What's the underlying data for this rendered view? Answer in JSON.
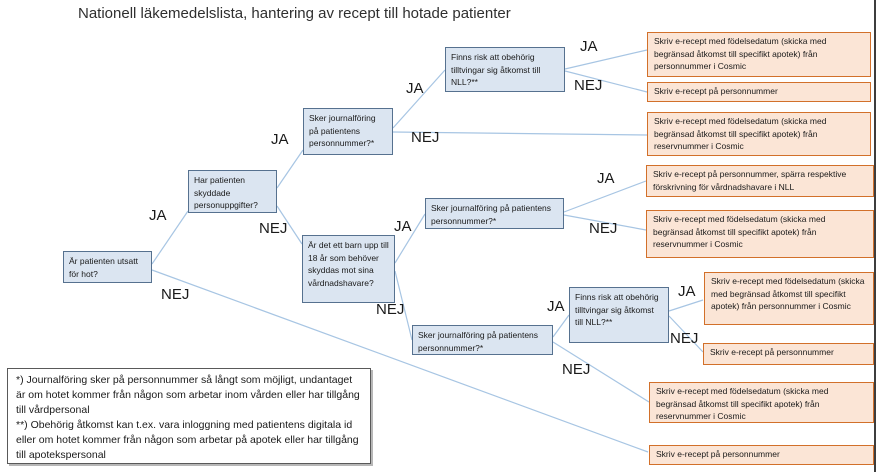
{
  "title": "Nationell läkemedelslista, hantering av recept till hotade patienter",
  "colors": {
    "decision-fill": "#dbe5f1",
    "decision-border": "#56718f",
    "result-fill": "#fbe5d6",
    "result-border": "#d2702a",
    "connector": "#a7c5e3"
  },
  "decisions": [
    {
      "id": "d1",
      "text": "Är patienten utsatt för hot?"
    },
    {
      "id": "d2",
      "text": "Har patienten skyddade personuppgifter?"
    },
    {
      "id": "d3",
      "text": "Sker journalföring på patientens personnummer?*"
    },
    {
      "id": "d4",
      "text": "Är det ett barn upp till 18 år som behöver skyddas mot sina vårdnadshavare?"
    },
    {
      "id": "d5",
      "text": "Finns risk att obehörig tilltvingar sig åtkomst till NLL?**"
    },
    {
      "id": "d6",
      "text": "Sker journalföring på patientens personnummer?*"
    },
    {
      "id": "d7",
      "text": "Sker journalföring på patientens personnummer?*"
    },
    {
      "id": "d8",
      "text": "Finns risk att obehörig tilltvingar sig åtkomst till NLL?**"
    }
  ],
  "results": [
    {
      "id": "r1",
      "text": "Skriv e-recept med födelsedatum (skicka med begränsad åtkomst till specifikt apotek) från personnummer i Cosmic"
    },
    {
      "id": "r2",
      "text": "Skriv e-recept på personnummer"
    },
    {
      "id": "r3",
      "text": "Skriv e-recept med födelsedatum (skicka med begränsad åtkomst till specifikt apotek) från reservnummer i Cosmic"
    },
    {
      "id": "r4",
      "text": "Skriv e-recept på personnummer, spärra respektive förskrivning för vårdnadshavare i NLL"
    },
    {
      "id": "r5",
      "text": "Skriv e-recept med födelsedatum (skicka med begränsad åtkomst till specifikt apotek) från reservnummer i Cosmic"
    },
    {
      "id": "r6",
      "text": "Skriv e-recept med födelsedatum (skicka med begränsad åtkomst till specifikt apotek) från personnummer i Cosmic"
    },
    {
      "id": "r7",
      "text": "Skriv e-recept på personnummer"
    },
    {
      "id": "r8",
      "text": "Skriv e-recept med födelsedatum (skicka med begränsad åtkomst till specifikt apotek) från reservnummer i Cosmic"
    },
    {
      "id": "r9",
      "text": "Skriv e-recept på personnummer"
    }
  ],
  "connections": [
    {
      "from": "d1",
      "to": "d2",
      "label": "JA"
    },
    {
      "from": "d1",
      "to": "r9",
      "label": "NEJ"
    },
    {
      "from": "d2",
      "to": "d3",
      "label": "JA"
    },
    {
      "from": "d2",
      "to": "d4",
      "label": "NEJ"
    },
    {
      "from": "d3",
      "to": "d5",
      "label": "JA"
    },
    {
      "from": "d3",
      "to": "r3",
      "label": "NEJ"
    },
    {
      "from": "d5",
      "to": "r1",
      "label": "JA"
    },
    {
      "from": "d5",
      "to": "r2",
      "label": "NEJ"
    },
    {
      "from": "d4",
      "to": "d6",
      "label": "JA"
    },
    {
      "from": "d4",
      "to": "d7",
      "label": "NEJ"
    },
    {
      "from": "d6",
      "to": "r4",
      "label": "JA"
    },
    {
      "from": "d6",
      "to": "r5",
      "label": "NEJ"
    },
    {
      "from": "d7",
      "to": "d8",
      "label": "JA"
    },
    {
      "from": "d7",
      "to": "r8",
      "label": "NEJ"
    },
    {
      "from": "d8",
      "to": "r6",
      "label": "JA"
    },
    {
      "from": "d8",
      "to": "r7",
      "label": "NEJ"
    }
  ],
  "footnote": {
    "para1": "*) Journalföring sker på personnummer så långt som möjligt, undantaget är om hotet kommer från någon som arbetar inom vården eller har tillgång till vårdpersonal",
    "para2": "**) Obehörig åtkomst kan t.ex. vara inloggning med patientens digitala id eller om hotet kommer från någon som arbetar på apotek eller har tillgång till apotekspersonal"
  }
}
